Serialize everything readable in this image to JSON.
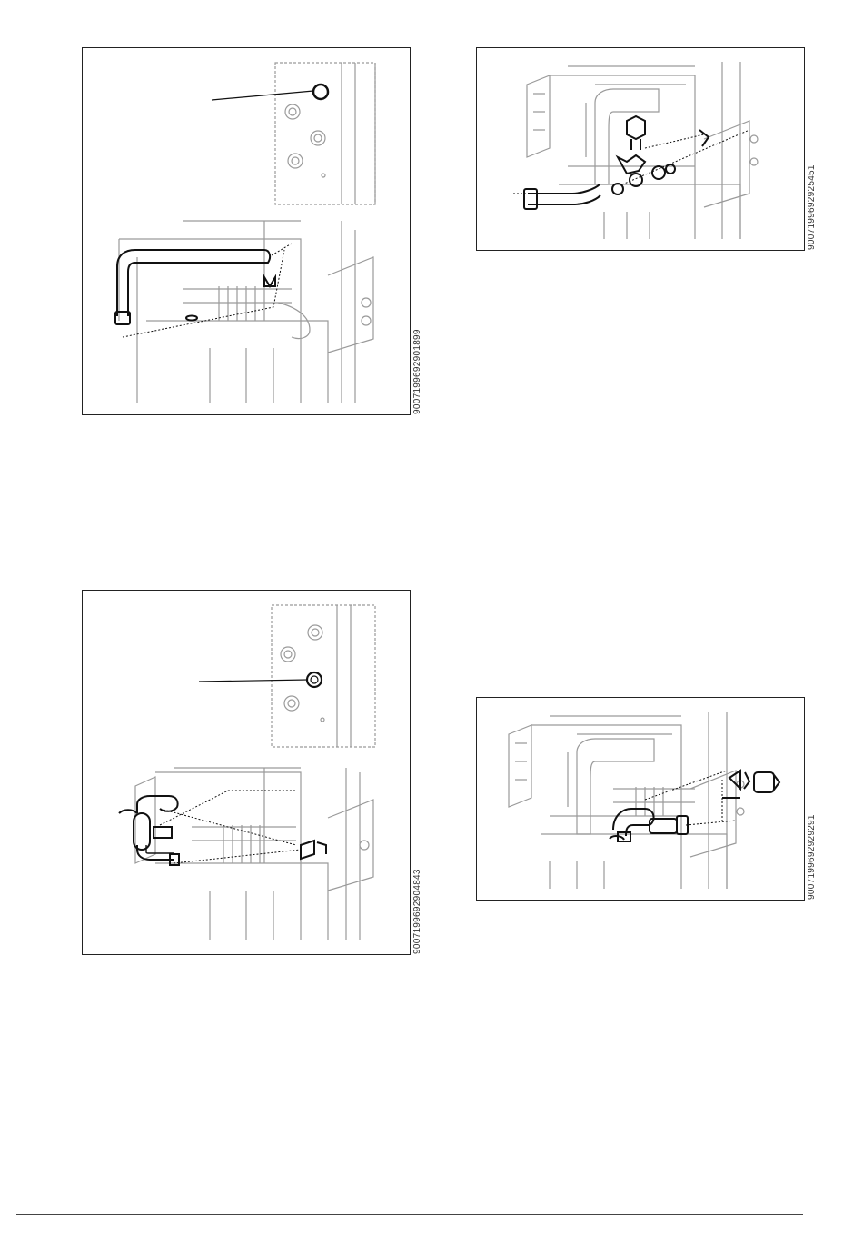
{
  "figures": [
    {
      "id": "900719969290189 9"
    },
    {
      "id": "900719969292545 1"
    },
    {
      "id": "900719969290484 3"
    },
    {
      "id": "900719969292929 1"
    }
  ],
  "figure_ids": {
    "fig1": "9007199692901899",
    "fig2": "9007199692925451",
    "fig3": "9007199692904843",
    "fig4": "9007199692929291"
  }
}
